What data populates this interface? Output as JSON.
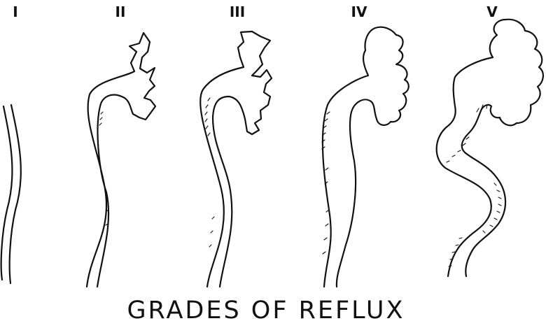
{
  "figure": {
    "grade_labels": [
      "I",
      "II",
      "III",
      "IV",
      "V"
    ],
    "title": "GRADES OF REFLUX"
  }
}
